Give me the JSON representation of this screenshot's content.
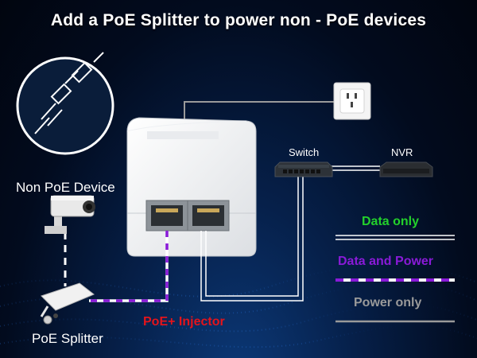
{
  "title": "Add a PoE Splitter to power non - PoE devices",
  "labels": {
    "non_poe_device": "Non PoE Device",
    "poe_splitter": "PoE Splitter",
    "poe_injector": "PoE+ Injector",
    "switch": "Switch",
    "nvr": "NVR"
  },
  "legend": {
    "data_only": "Data only",
    "data_and_power": "Data and Power",
    "power_only": "Power only"
  },
  "colors": {
    "data_only": "#23d12b",
    "data_and_power": "#8a1ad8",
    "power_only": "#9a9a9a",
    "injector_label": "#e4141b"
  }
}
